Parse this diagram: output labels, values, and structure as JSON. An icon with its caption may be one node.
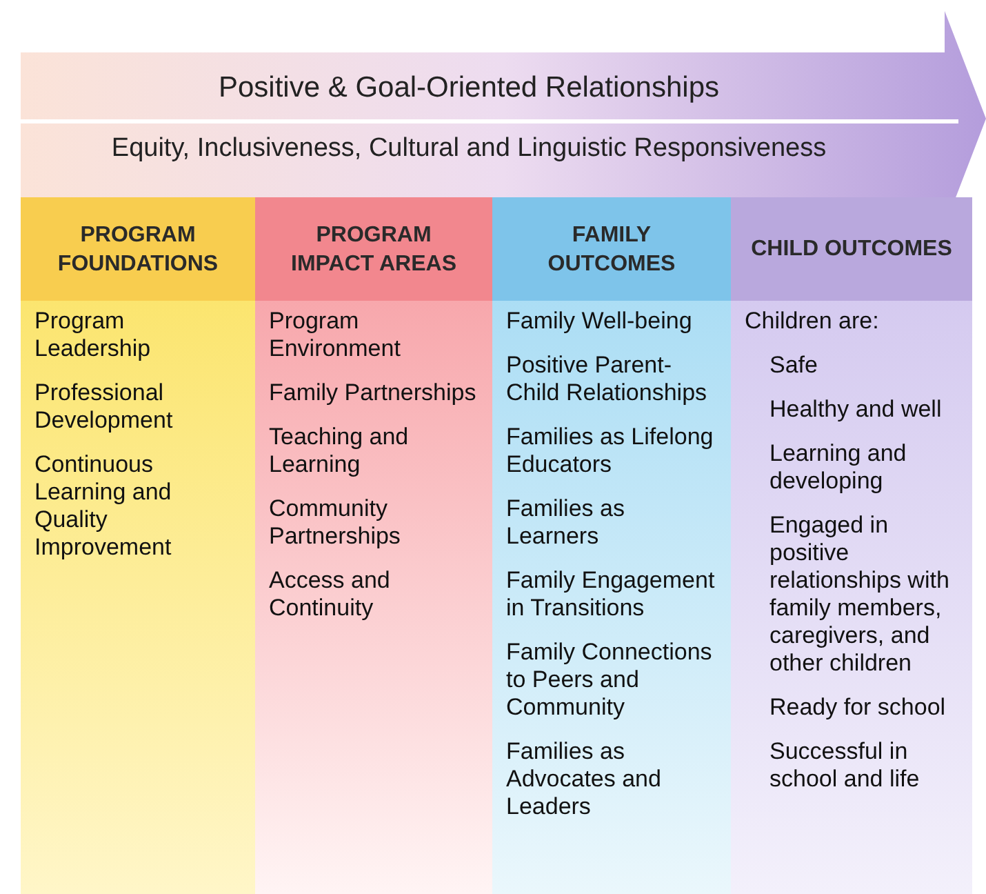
{
  "diagram": {
    "nodes": [
      {
        "text": [
          "Positive & Goal-Oriented Relationships",
          "Equity, Inclusiveness, Cultural and Linguistic Responsiveness"
        ]
      },
      {
        "text": [
          "PROGRAM FOUNDATIONS",
          "Program Leadership",
          "Professional Development",
          "Continuous Learning and Quality Improvement"
        ]
      },
      {
        "text": [
          "PROGRAM IMPACT AREAS",
          "Program Environment",
          "Family Partnerships",
          "Teaching and Learning",
          "Community Partnerships",
          "Access and Continuity"
        ]
      },
      {
        "text": [
          "FAMILY OUTCOMES",
          "Family Well-being",
          "Positive Parent-Child Relationships",
          "Families as Lifelong Educators",
          "Families as Learners",
          "Family Engagement in Transitions",
          "Family Connections to Peers and Community",
          "Families as Advocates and Leaders"
        ]
      },
      {
        "text": [
          "CHILD OUTCOMES",
          "Children are:",
          "Safe",
          "Healthy and well",
          "Learning and developing",
          "Engaged in positive relationships with family members, caregivers, and other children",
          "Ready for school",
          "Successful in school and life"
        ]
      }
    ],
    "edges": []
  }
}
